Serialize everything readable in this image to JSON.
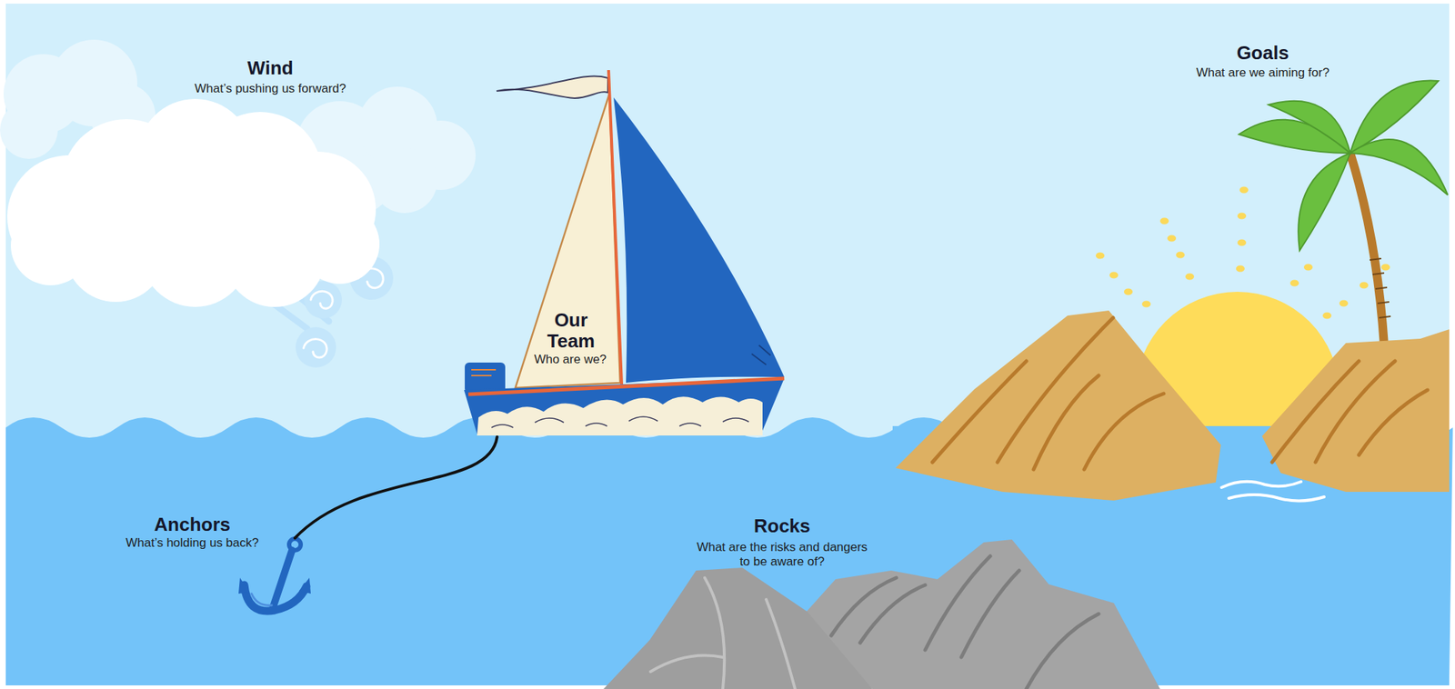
{
  "diagram": {
    "nodes": [
      {
        "text": [
          "Wind",
          "What’s pushing us forward?"
        ]
      },
      {
        "text": [
          "Our Team",
          "Who are we?"
        ]
      },
      {
        "text": [
          "Goals",
          "What are we aiming for?"
        ]
      },
      {
        "text": [
          "Anchors",
          "What’s holding us back?"
        ]
      },
      {
        "text": [
          "Rocks",
          "What are the risks and dangers to be aware of?"
        ]
      }
    ],
    "edges": [
      {
        "from": 1,
        "to": 3,
        "arrow": "none"
      }
    ]
  }
}
